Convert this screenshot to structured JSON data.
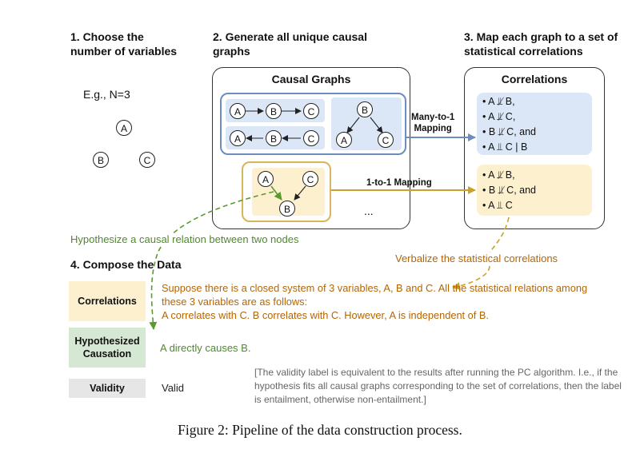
{
  "steps": {
    "step1": "1. Choose the\nnumber of variables",
    "step2": "2. Generate all unique causal\ngraphs",
    "step3": "3. Map each graph to a set of\nstatistical correlations",
    "step4": "4. Compose the Data"
  },
  "example": "E.g., N=3",
  "variables": [
    "A",
    "B",
    "C"
  ],
  "causal_graphs": {
    "title": "Causal Graphs",
    "ellipsis": "..."
  },
  "correlations_box": {
    "title": "Correlations",
    "group1": [
      "A ⫫̸ B,",
      "A ⫫̸ C,",
      "B ⫫̸ C, and",
      "A ⫫ C | B"
    ],
    "group2": [
      "A ⫫̸ B,",
      "B ⫫̸ C, and",
      "A ⫫ C"
    ]
  },
  "mappings": {
    "many_to_1": "Many-to-1\nMapping",
    "one_to_1": "1-to-1 Mapping"
  },
  "annotations": {
    "hypothesize": "Hypothesize a causal relation between two nodes",
    "verbalize": "Verbalize the statistical correlations"
  },
  "compose": {
    "correlations_label": "Correlations",
    "correlations_text": "Suppose there is a closed system of 3 variables, A, B and C. All the statistical relations among these 3 variables are as follows:\nA correlates with C. B correlates with C. However, A is independent of B.",
    "hypothesis_label": "Hypothesized\nCausation",
    "hypothesis_text": "A directly causes B.",
    "validity_label": "Validity",
    "validity_text": "Valid",
    "validity_note": "[The validity label is equivalent to the results after running the PC algorithm. I.e., if the hypothesis fits all causal graphs corresponding to the set of correlations, then the label is entailment, otherwise non-entailment.]"
  },
  "caption": "Figure 2: Pipeline of the data construction process.",
  "colors": {
    "blue_fill": "#dbe7f7",
    "blue_border": "#6c8ebf",
    "yellow_fill": "#fdf0cf",
    "yellow_border": "#d6b656",
    "green_fill": "#d5e8d4",
    "green_text": "#4f8a2b",
    "orange_text": "#b46504",
    "gray_fill": "#e6e6e6"
  }
}
